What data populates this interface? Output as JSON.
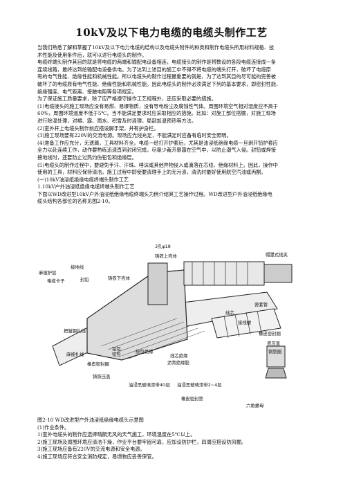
{
  "title": "10kV及以下电力电缆的电缆头制作工艺",
  "intro_lines": [
    "当我们熟悉了解和掌握了10kV及以下电力电缆的结构以及电缆头附件的种类和制作电缆头所用材料规格、技",
    "术性能及使用条件后，就可以进行电缆头的制作。",
    "电缆终端头制作其目的就是将电缆的两端和输配电设备相连，电缆接头的制作是将数设的各段电缆连接成一条",
    "连续线路，最终达到给输配电设备供电。为了达到上述目的施工中不得不将电缆的端头打开，破坏了电缆原",
    "有的电气性能、绝缘性能和机械性能。所以电缆头的制作过程最重要的就是，为了达到其目的尽可能的完善被",
    "破坏了的电缆原有电气性能、绝缘性能和机械性能。因此电缆头的制作必须满足下列的基本要求，即密封性能、",
    "绝缘强度、电气距离、接触电阻等各项规定。",
    "为了保证施工质量要求，除了应严格遵守操作工艺规程外，还应采取必要的措施。",
    "(1)电缆接头的施工现场应没有易燃、易爆物质，没有导电粉尘及腐蚀性气体。周围环境空气相对湿度应不高于",
    "60%，周围环境温度不低于5℃。当不能满足要求时应采取相应的措施。比如：对施工部位搭棚，对施工现场",
    "进行除湿处理，对裙、露、雨水、积雪及时清理，局部加温预热等方法。",
    "(2)室外杆上电缆头制作前应搭设脚手架，并有护身栏。",
    "(3)施工现场要有220V的交流电源。现场应光线充足，不能满足时应备有临时安全照明。",
    "(4)准备工作应充分，无遗漏，工具材料齐全。电缆一经打开护套后，尤其是油浸纸绝缘电缆一旦剥开铅护套应",
    "全力以赴连续工作，动作要熟练迅速直到封闭完成，尽量少裁开暴露在空气中，以防止潮气入侵。封铅或焊接",
    "接地线时，还要防止过热灼伤铅包和绝缘层。",
    "(5)电缆头的制作过程中，要避免手汗、汗珠、唾沫或其他异物侵入或滴落在芯线、绝缘材料上。因此，操作中",
    "使用的工具，材料应保持清洁。施工过程中即使要清理手上的无污渍，清洗时最好使用航空汽油或丙酮。",
    "(一)10kV油浸纸绝缘电缆终端头制作工艺",
    "1.10kV户外油浸纸绝缘电缆终端头制作工艺",
    "下面以WD改进型10kV户外油浸纸绝缘电缆终端头为例介绍其工艺操作过程。WD改进型户外油浸纸绝缘电",
    "缆头结构各部位的名称见图2-10。"
  ],
  "figure_labels": {
    "top": "3孔φ18",
    "cast_iron_upper": "铸铁上壳体",
    "cap": "帽罩式线夹",
    "armor_layer": "麻被护层",
    "ground_wire": "接地线",
    "cable_clamp": "电缆卡子",
    "seal": "封铅",
    "cast_iron_lower": "铸铁下壳体",
    "porcelain": "瓷套管",
    "core": "线芯",
    "lead_wire": "接线梗",
    "rubber_seal_1": "橡皮密封圈",
    "pressure_plate": "瓷压盖",
    "copper_bolt": "铜垫圈",
    "steel_strip": "把皱钢扎线",
    "lead_sheath": "铅包",
    "lead_pack": "铅包",
    "rubber_seal_2": "橡皮密封圈",
    "armor_bind": "麻被扎线",
    "cast_iron_press": "铸铁压盖",
    "tape": "统包绝缘",
    "resin_tape": "沥青绝缘胶",
    "core_insul": "线芯绝缘",
    "oil_tape_1": "油浸黑玻璃漆带4G层",
    "oil_tape_2": "油浸黑玻璃漆带2~4层",
    "rubber_pad": "橡皮密封垫",
    "hex_nut": "六角螺母"
  },
  "caption": "图2-10 WD改进型户外油浸纸绝缘电缆头示意图",
  "after_lines": [
    "(1)作业条件。",
    "1)室外电缆头的制作应选择晴朗无风的天气施工，环境温度在5℃以上。",
    "2)施工现场及周围环境应清洁干燥，作业平台要牢固可靠，应加设防护栏，四周应搭设防风棚。",
    "3)施工现场应备有220V的交流电源和安全电源。",
    "4)施工现场应符合安全消防规定，易燃物应妥善保管。"
  ]
}
